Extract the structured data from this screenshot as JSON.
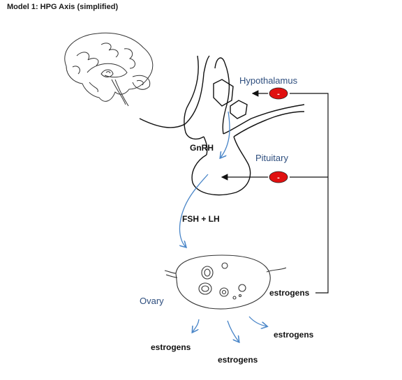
{
  "title": "Model 1: HPG Axis (simplified)",
  "labels": {
    "hypothalamus": "Hypothalamus",
    "pituitary": "Pituitary",
    "ovary": "Ovary",
    "gnrh": "GnRH",
    "fsh_lh": "FSH + LH",
    "estrogens_feedback": "estrogens",
    "estrogens_right": "estrogens",
    "estrogens_left": "estrogens",
    "estrogens_bottom": "estrogens",
    "inhibit_top": "-",
    "inhibit_bottom": "-"
  },
  "colors": {
    "label_blue": "#2e4e7e",
    "arrow_blue": "#4a86c8",
    "inhibit_red": "#e01010",
    "line": "#111111"
  },
  "icons": {
    "brain": "brain-sketch",
    "ovary": "ovary-sketch"
  }
}
